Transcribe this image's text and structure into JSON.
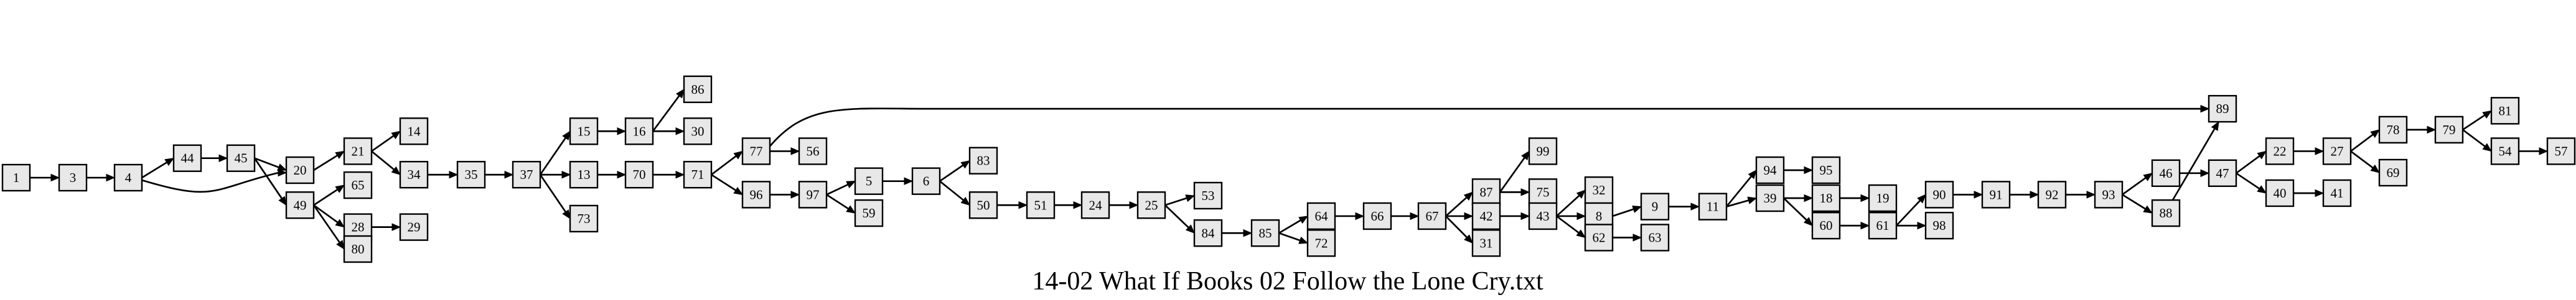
{
  "caption": "14-02 What If Books 02 Follow the Lone Cry.txt",
  "style": {
    "node_fill": "#e8e8e8",
    "stroke": "#000000",
    "background": "#ffffff"
  },
  "nodes": [
    {
      "id": "1"
    },
    {
      "id": "3"
    },
    {
      "id": "4"
    },
    {
      "id": "44"
    },
    {
      "id": "45"
    },
    {
      "id": "20"
    },
    {
      "id": "21"
    },
    {
      "id": "14"
    },
    {
      "id": "34"
    },
    {
      "id": "35"
    },
    {
      "id": "37"
    },
    {
      "id": "15"
    },
    {
      "id": "16"
    },
    {
      "id": "86"
    },
    {
      "id": "30"
    },
    {
      "id": "13"
    },
    {
      "id": "70"
    },
    {
      "id": "71"
    },
    {
      "id": "73"
    },
    {
      "id": "77"
    },
    {
      "id": "56"
    },
    {
      "id": "89"
    },
    {
      "id": "96"
    },
    {
      "id": "97"
    },
    {
      "id": "5"
    },
    {
      "id": "6"
    },
    {
      "id": "83"
    },
    {
      "id": "50"
    },
    {
      "id": "51"
    },
    {
      "id": "24"
    },
    {
      "id": "25"
    },
    {
      "id": "53"
    },
    {
      "id": "84"
    },
    {
      "id": "85"
    },
    {
      "id": "64"
    },
    {
      "id": "66"
    },
    {
      "id": "67"
    },
    {
      "id": "87"
    },
    {
      "id": "99"
    },
    {
      "id": "75"
    },
    {
      "id": "42"
    },
    {
      "id": "43"
    },
    {
      "id": "32"
    },
    {
      "id": "8"
    },
    {
      "id": "9"
    },
    {
      "id": "11"
    },
    {
      "id": "94"
    },
    {
      "id": "95"
    },
    {
      "id": "39"
    },
    {
      "id": "18"
    },
    {
      "id": "19"
    },
    {
      "id": "60"
    },
    {
      "id": "61"
    },
    {
      "id": "90"
    },
    {
      "id": "91"
    },
    {
      "id": "92"
    },
    {
      "id": "93"
    },
    {
      "id": "46"
    },
    {
      "id": "47"
    },
    {
      "id": "22"
    },
    {
      "id": "27"
    },
    {
      "id": "78"
    },
    {
      "id": "79"
    },
    {
      "id": "81"
    },
    {
      "id": "54"
    },
    {
      "id": "57"
    },
    {
      "id": "69"
    },
    {
      "id": "40"
    },
    {
      "id": "41"
    },
    {
      "id": "88"
    },
    {
      "id": "98"
    },
    {
      "id": "62"
    },
    {
      "id": "63"
    },
    {
      "id": "31"
    },
    {
      "id": "72"
    },
    {
      "id": "59"
    },
    {
      "id": "49"
    },
    {
      "id": "65"
    },
    {
      "id": "28"
    },
    {
      "id": "29"
    },
    {
      "id": "80"
    }
  ],
  "edges": [
    [
      "1",
      "3"
    ],
    [
      "3",
      "4"
    ],
    [
      "4",
      "44"
    ],
    [
      "4",
      "20"
    ],
    [
      "44",
      "45"
    ],
    [
      "45",
      "20"
    ],
    [
      "45",
      "49"
    ],
    [
      "20",
      "21"
    ],
    [
      "21",
      "14"
    ],
    [
      "21",
      "34"
    ],
    [
      "34",
      "35"
    ],
    [
      "35",
      "37"
    ],
    [
      "37",
      "15"
    ],
    [
      "37",
      "13"
    ],
    [
      "37",
      "73"
    ],
    [
      "15",
      "16"
    ],
    [
      "16",
      "86"
    ],
    [
      "16",
      "30"
    ],
    [
      "13",
      "70"
    ],
    [
      "70",
      "71"
    ],
    [
      "71",
      "77"
    ],
    [
      "71",
      "96"
    ],
    [
      "77",
      "56"
    ],
    [
      "77",
      "89"
    ],
    [
      "96",
      "97"
    ],
    [
      "97",
      "5"
    ],
    [
      "97",
      "59"
    ],
    [
      "5",
      "6"
    ],
    [
      "6",
      "83"
    ],
    [
      "6",
      "50"
    ],
    [
      "50",
      "51"
    ],
    [
      "51",
      "24"
    ],
    [
      "24",
      "25"
    ],
    [
      "25",
      "53"
    ],
    [
      "25",
      "84"
    ],
    [
      "84",
      "85"
    ],
    [
      "85",
      "64"
    ],
    [
      "85",
      "72"
    ],
    [
      "64",
      "66"
    ],
    [
      "66",
      "67"
    ],
    [
      "67",
      "87"
    ],
    [
      "67",
      "42"
    ],
    [
      "67",
      "31"
    ],
    [
      "87",
      "99"
    ],
    [
      "87",
      "75"
    ],
    [
      "42",
      "43"
    ],
    [
      "43",
      "32"
    ],
    [
      "43",
      "8"
    ],
    [
      "43",
      "62"
    ],
    [
      "8",
      "9"
    ],
    [
      "9",
      "11"
    ],
    [
      "11",
      "94"
    ],
    [
      "11",
      "39"
    ],
    [
      "94",
      "95"
    ],
    [
      "39",
      "18"
    ],
    [
      "39",
      "60"
    ],
    [
      "18",
      "19"
    ],
    [
      "60",
      "61"
    ],
    [
      "61",
      "90"
    ],
    [
      "61",
      "98"
    ],
    [
      "90",
      "91"
    ],
    [
      "91",
      "92"
    ],
    [
      "92",
      "93"
    ],
    [
      "93",
      "46"
    ],
    [
      "93",
      "88"
    ],
    [
      "46",
      "47"
    ],
    [
      "88",
      "89"
    ],
    [
      "47",
      "22"
    ],
    [
      "47",
      "40"
    ],
    [
      "22",
      "27"
    ],
    [
      "27",
      "78"
    ],
    [
      "27",
      "69"
    ],
    [
      "78",
      "79"
    ],
    [
      "79",
      "81"
    ],
    [
      "79",
      "54"
    ],
    [
      "54",
      "57"
    ],
    [
      "40",
      "41"
    ],
    [
      "62",
      "63"
    ],
    [
      "49",
      "65"
    ],
    [
      "49",
      "28"
    ],
    [
      "49",
      "80"
    ],
    [
      "28",
      "29"
    ]
  ]
}
